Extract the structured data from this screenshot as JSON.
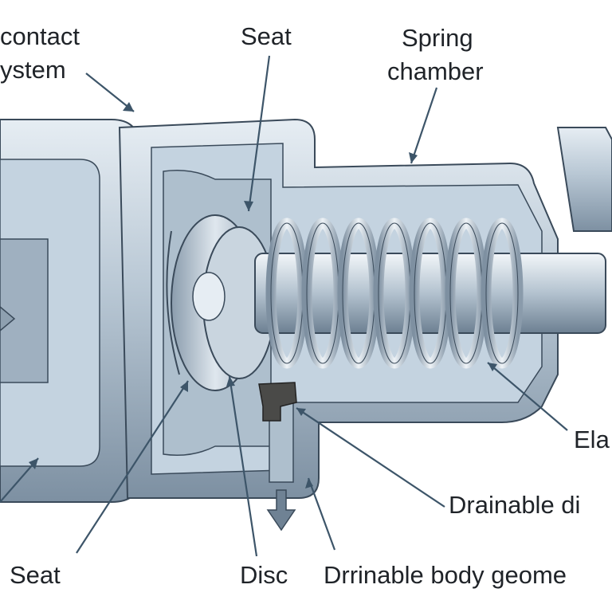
{
  "labels": {
    "sanitary_contact_line1": "contact",
    "sanitary_contact_line2": "ystem",
    "seat_top": "Seat",
    "spring_chamber_line1": "Spring",
    "spring_chamber_line2": "chamber",
    "elastomer": "Ela",
    "drainable_disc": "Drainable di",
    "seat_bottom": "Seat",
    "disc": "Disc",
    "drainable_body": "Drrinable body geome"
  },
  "colors": {
    "steel_light": "#d9e3ec",
    "steel_mid": "#a9b9c8",
    "steel_dark": "#6f8294",
    "cut_face": "#c4d3e0",
    "outline": "#3a4a5a",
    "leader": "#3d5569",
    "seal_dark": "#4a4a48",
    "text": "#1f2328"
  },
  "icons": [
    "drain-arrow-icon",
    "flow-arrow-icon"
  ]
}
